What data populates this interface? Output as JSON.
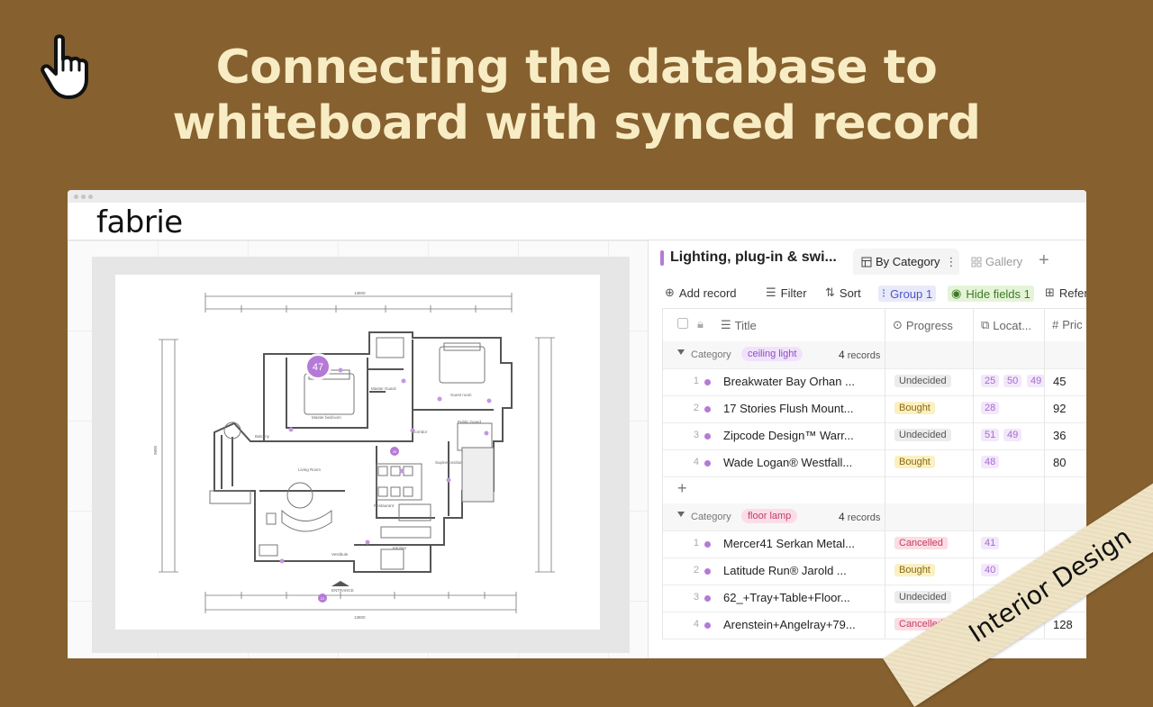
{
  "headline": {
    "line1": "Connecting the database to",
    "line2": "whiteboard with synced record"
  },
  "app": {
    "brand": "fabrie"
  },
  "colors": {
    "background": "#86602f",
    "headline": "#f8ecc4",
    "accent_purple": "#b57ad6",
    "ribbon": "#efe4c6"
  },
  "whiteboard": {
    "marker_main": "47",
    "marker_small_1": "25",
    "marker_small_2": "21",
    "plan_labels": {
      "master_bedroom": "Master bedroom",
      "master_guard": "Master Guard",
      "guest_room": "Guest room",
      "public_guard": "Public Guard",
      "corridor": "Corridor",
      "balcony": "Balcony",
      "living_room": "Living Room",
      "supine_position": "Supine position",
      "restaurant": "Restaurant",
      "kitchen": "Kitchen",
      "vestibule": "Vestibule",
      "entrance": "ENTRANCE",
      "dim_top_total": "13800",
      "dim_bottom_total": "13800",
      "dim_left_total": "9800"
    }
  },
  "database": {
    "title": "Lighting, plug-in & swi...",
    "tabs": {
      "active": "By Category",
      "gallery": "Gallery"
    },
    "toolbar": {
      "add_record": "Add record",
      "filter": "Filter",
      "sort": "Sort",
      "group": "Group 1",
      "hide_fields": "Hide fields 1",
      "reference": "Refer"
    },
    "columns": {
      "title": "Title",
      "progress": "Progress",
      "location": "Locat...",
      "price": "Pric"
    },
    "group_label": "Category",
    "groups": [
      {
        "name": "ceiling light",
        "count": "4",
        "count_suffix": "records",
        "rows": [
          {
            "num": "1",
            "title": "Breakwater Bay Orhan ...",
            "progress": "Undecided",
            "locs": [
              "25",
              "50",
              "49"
            ],
            "price": "45"
          },
          {
            "num": "2",
            "title": "17 Stories Flush Mount...",
            "progress": "Bought",
            "locs": [
              "28"
            ],
            "price": "92"
          },
          {
            "num": "3",
            "title": "Zipcode Design™ Warr...",
            "progress": "Undecided",
            "locs": [
              "51",
              "49"
            ],
            "price": "36"
          },
          {
            "num": "4",
            "title": "Wade Logan® Westfall...",
            "progress": "Bought",
            "locs": [
              "48"
            ],
            "price": "80"
          }
        ]
      },
      {
        "name": "floor lamp",
        "count": "4",
        "count_suffix": "records",
        "rows": [
          {
            "num": "1",
            "title": "Mercer41 Serkan Metal...",
            "progress": "Cancelled",
            "locs": [
              "41"
            ],
            "price": ""
          },
          {
            "num": "2",
            "title": "Latitude Run® Jarold ...",
            "progress": "Bought",
            "locs": [
              "40"
            ],
            "price": ""
          },
          {
            "num": "3",
            "title": "62_+Tray+Table+Floor...",
            "progress": "Undecided",
            "locs": [],
            "price": ""
          },
          {
            "num": "4",
            "title": "Arenstein+Angelray+79...",
            "progress": "Cancelled",
            "locs": [],
            "price": "128"
          }
        ]
      }
    ]
  },
  "ribbon": {
    "label": "Interior Design"
  }
}
